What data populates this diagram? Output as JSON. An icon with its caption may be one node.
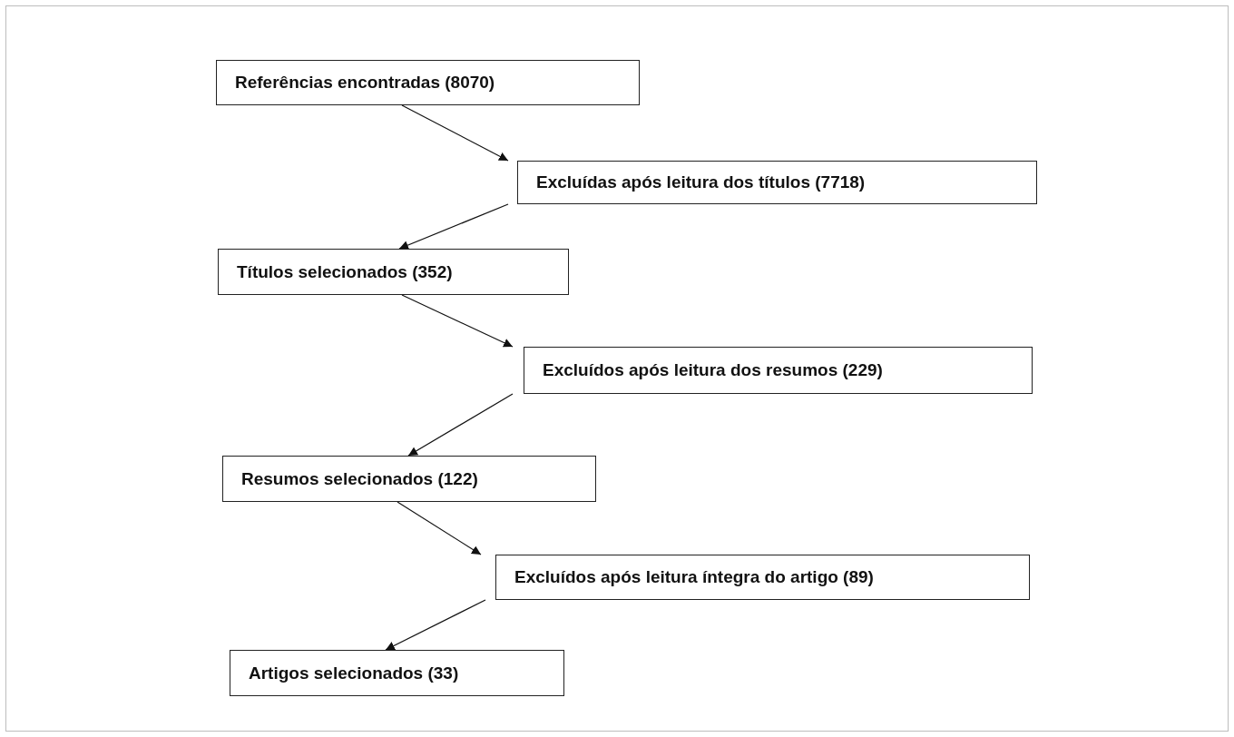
{
  "diagram": {
    "nodes": [
      {
        "text": [
          "Referências encontradas (8070)"
        ]
      },
      {
        "text": [
          "Excluídas após leitura dos títulos (7718)"
        ]
      },
      {
        "text": [
          "Títulos selecionados (352)"
        ]
      },
      {
        "text": [
          "Excluídos após leitura dos resumos (229)"
        ]
      },
      {
        "text": [
          "Resumos selecionados (122)"
        ]
      },
      {
        "text": [
          "Excluídos após leitura íntegra do artigo (89)"
        ]
      },
      {
        "text": [
          "Artigos selecionados (33)"
        ]
      }
    ],
    "edges": [
      {
        "from": 0,
        "to": 1,
        "arrow": "to"
      },
      {
        "from": 1,
        "to": 2,
        "arrow": "to"
      },
      {
        "from": 2,
        "to": 3,
        "arrow": "to"
      },
      {
        "from": 3,
        "to": 4,
        "arrow": "to"
      },
      {
        "from": 4,
        "to": 5,
        "arrow": "to"
      },
      {
        "from": 5,
        "to": 6,
        "arrow": "to"
      }
    ]
  }
}
